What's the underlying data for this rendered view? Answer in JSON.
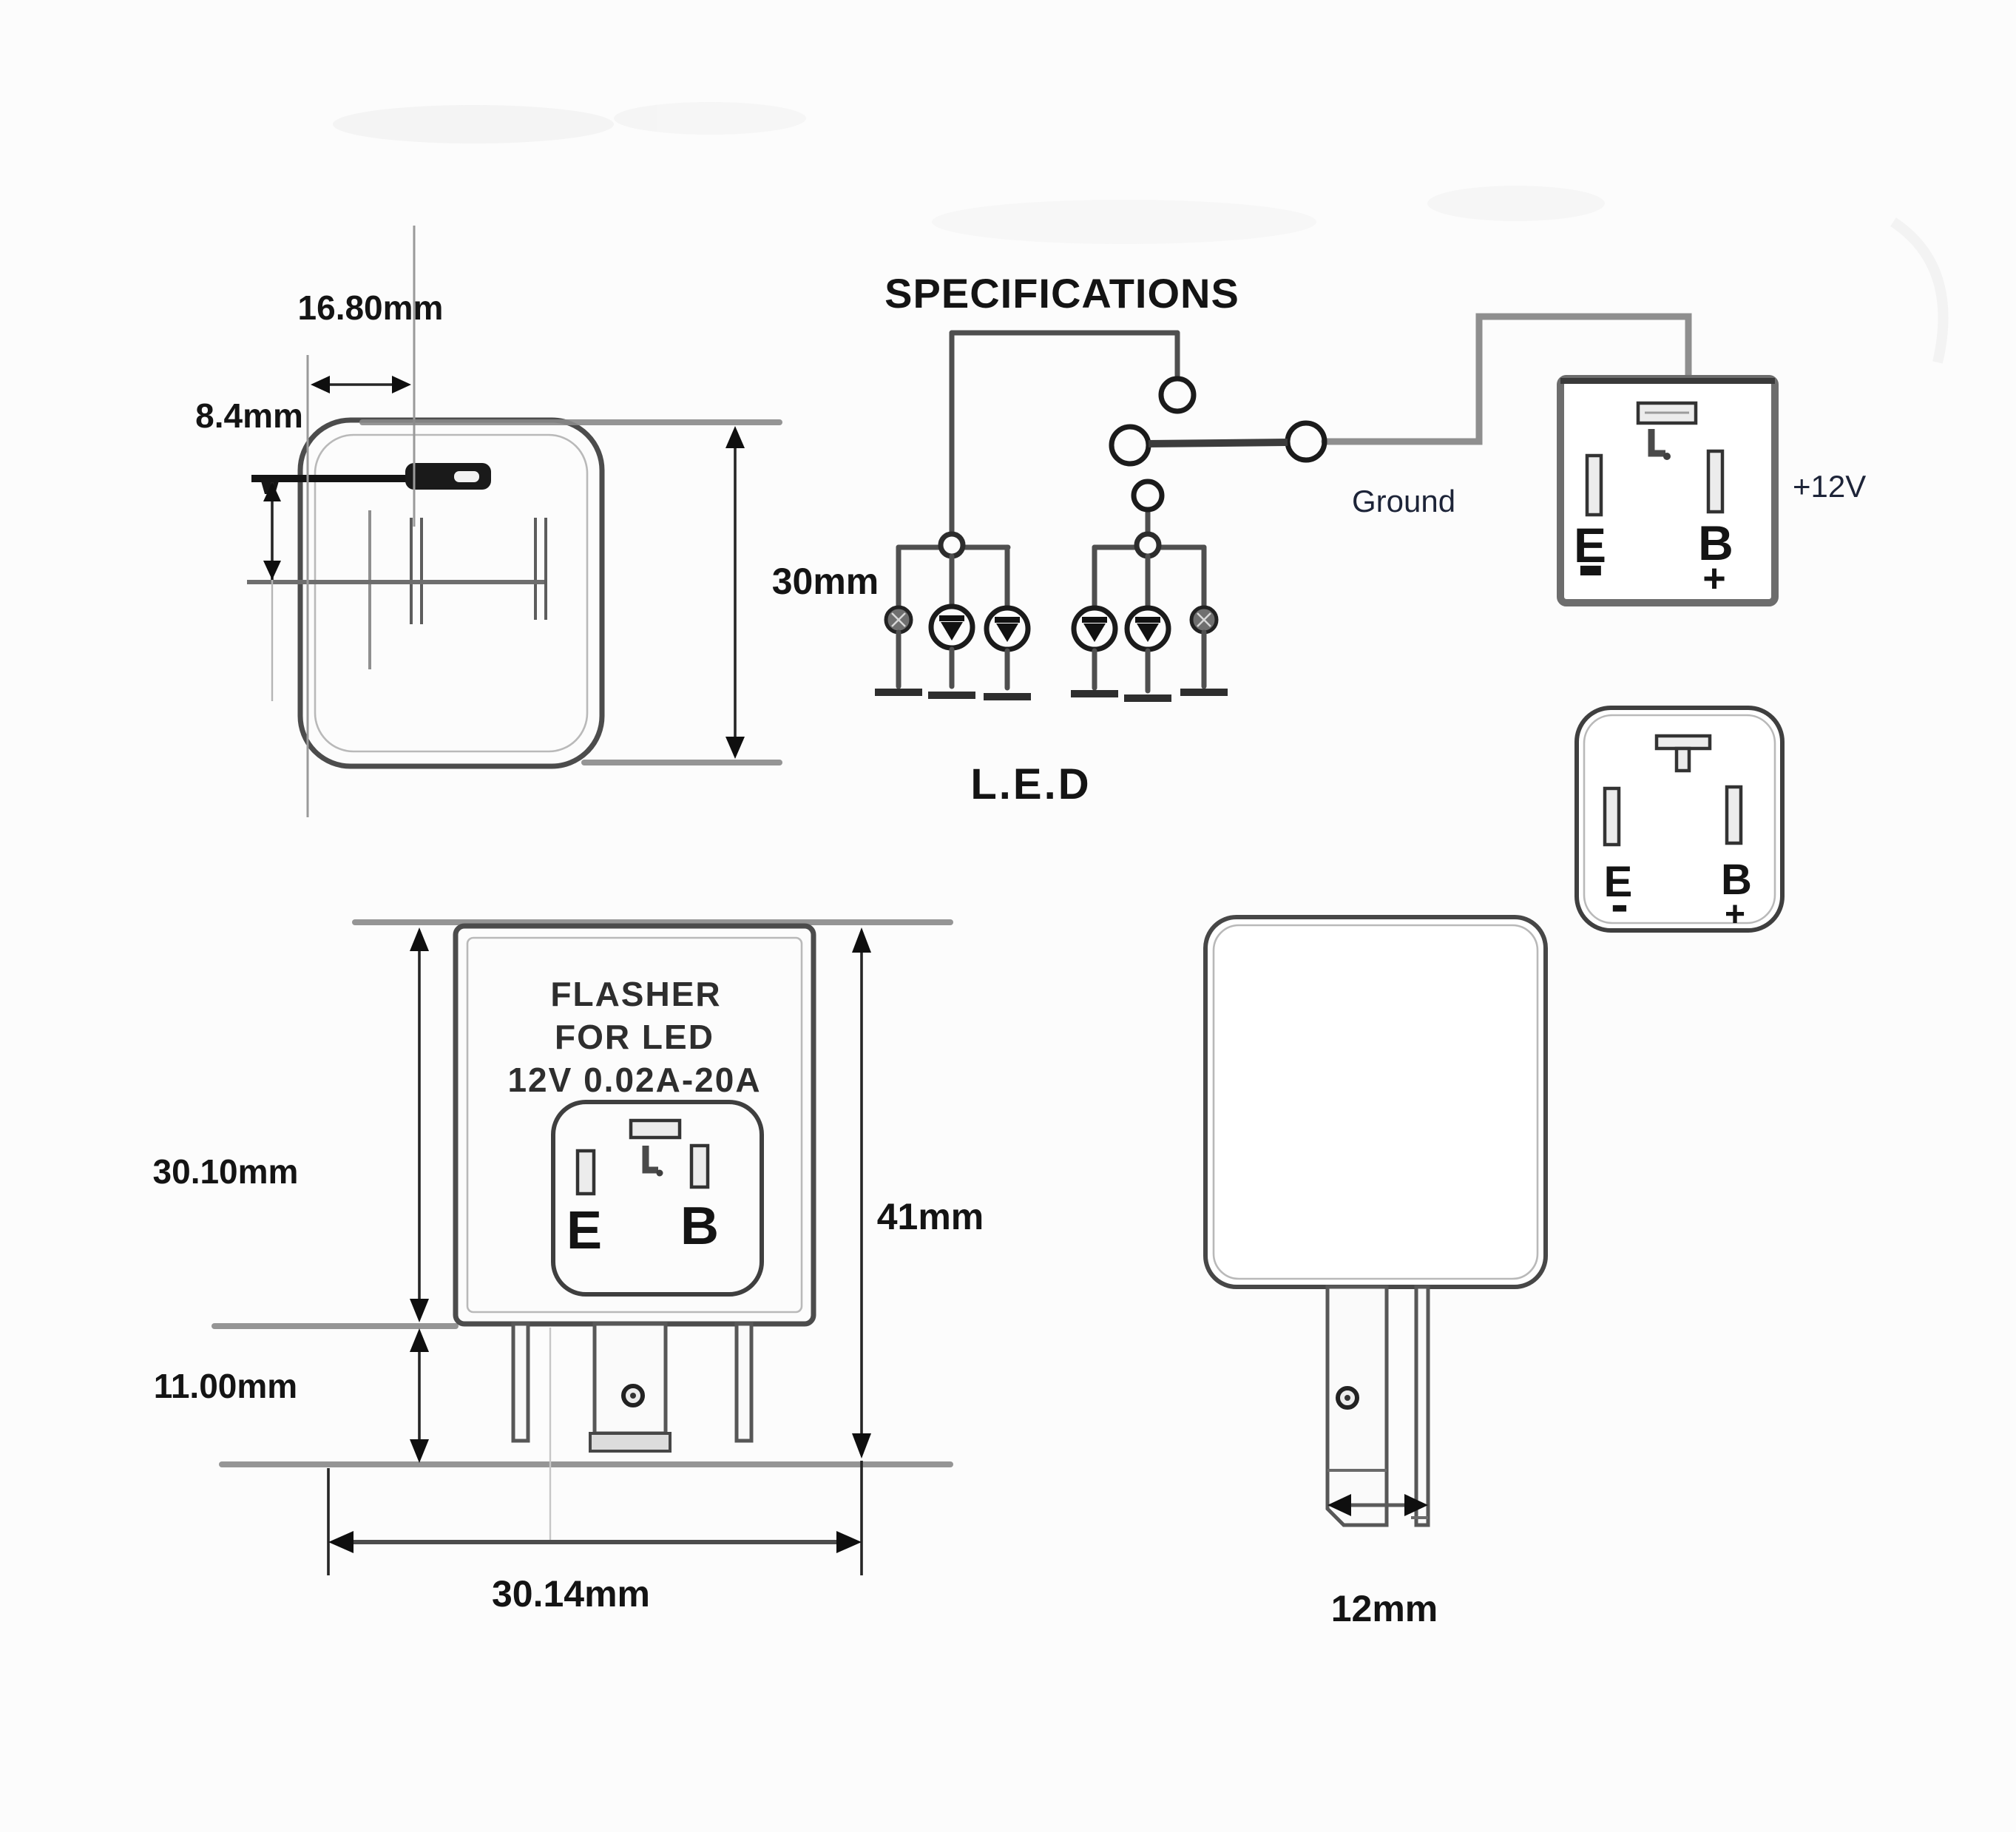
{
  "meta": {
    "type": "technical-drawing",
    "subject": "LED flasher relay specification sheet"
  },
  "title": "SPECIFICATIONS",
  "top_view": {
    "dim_width": "16.80mm",
    "dim_offset": "8.4mm",
    "dim_height": "30mm"
  },
  "circuit": {
    "ground_label": "Ground",
    "supply_label": "+12V",
    "led_label": "L.E.D"
  },
  "pinout_top": {
    "e": "E",
    "e_sign": "-",
    "b": "B",
    "b_sign": "+"
  },
  "pinout_bottom": {
    "e": "E",
    "e_sign": "-",
    "b": "B",
    "b_sign": "+"
  },
  "front_view": {
    "label_line1": "FLASHER",
    "label_line2": "FOR LED",
    "label_line3": "12V 0.02A-20A",
    "pin_e": "E",
    "pin_b": "B",
    "dim_body_height": "30.10mm",
    "dim_pin_length": "11.00mm",
    "dim_width": "30.14mm",
    "dim_total_height": "41mm"
  },
  "side_view": {
    "dim_pin_spacing": "12mm"
  },
  "colors": {
    "background": "#fcfcfc",
    "ink": "#141414",
    "construction_gray": "#8a8a8a",
    "outline_gray": "#4c4c4c",
    "annotation_blue": "#1d2438"
  }
}
